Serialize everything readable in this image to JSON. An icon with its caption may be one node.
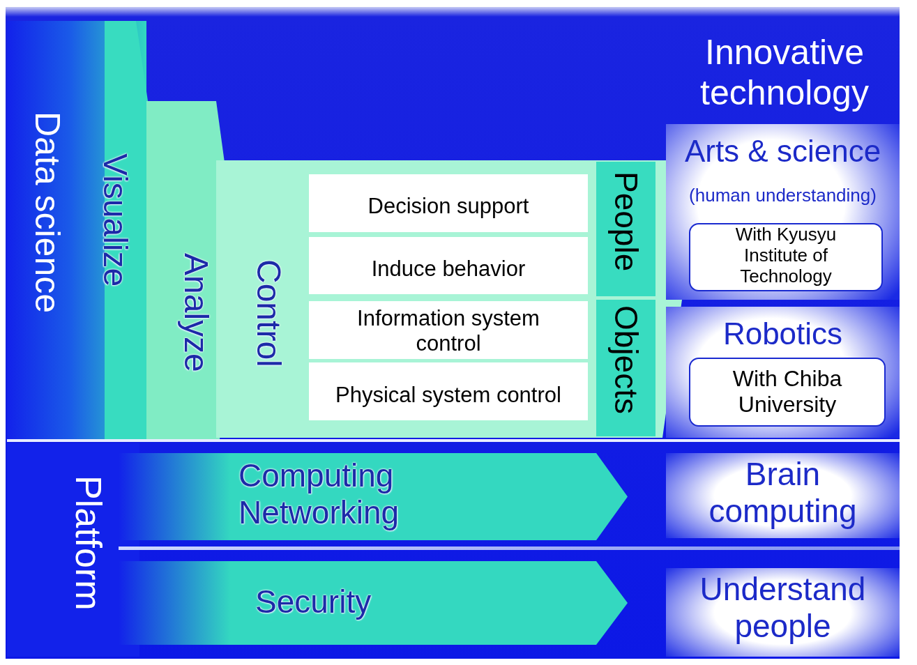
{
  "diagram": {
    "nodes": [
      {
        "text": [
          "Data science"
        ]
      },
      {
        "text": [
          "Visualize"
        ]
      },
      {
        "text": [
          "Analyze"
        ]
      },
      {
        "text": [
          "Control"
        ]
      },
      {
        "text": [
          "Decision support"
        ],
        "in": 3
      },
      {
        "text": [
          "Induce behavior"
        ],
        "in": 3
      },
      {
        "text": [
          "Information system control"
        ],
        "in": 3
      },
      {
        "text": [
          "Physical system control"
        ],
        "in": 3
      },
      {
        "text": [
          "People"
        ],
        "in": 3
      },
      {
        "text": [
          "Objects"
        ],
        "in": 3
      },
      {
        "text": [
          "Innovative technology"
        ]
      },
      {
        "text": [
          "Arts & science",
          "(human understanding)"
        ]
      },
      {
        "text": [
          "With Kyusyu Institute of Technology"
        ],
        "in": 11
      },
      {
        "text": [
          "Robotics"
        ]
      },
      {
        "text": [
          "With Chiba University"
        ],
        "in": 13
      },
      {
        "text": [
          "Platform"
        ]
      },
      {
        "text": [
          "Computing Networking"
        ]
      },
      {
        "text": [
          "Security"
        ]
      },
      {
        "text": [
          "Brain computing"
        ]
      },
      {
        "text": [
          "Understand people"
        ]
      }
    ],
    "edges": []
  }
}
